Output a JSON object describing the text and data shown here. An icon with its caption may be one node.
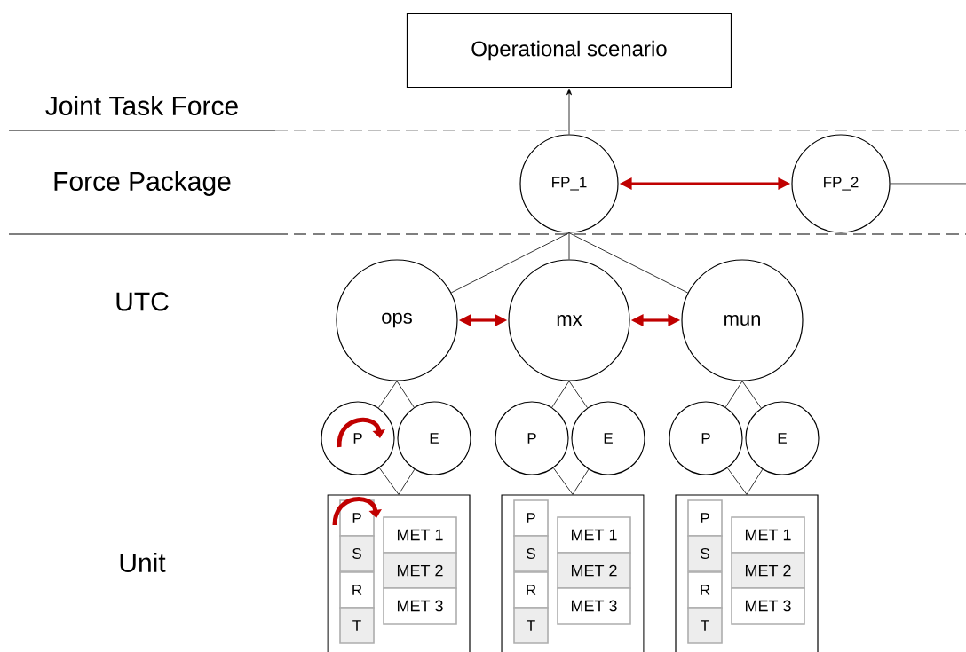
{
  "diagram": {
    "nodes": [
      {
        "text": [
          "Operational scenario"
        ]
      },
      {
        "text": [
          "FP_1"
        ]
      },
      {
        "text": [
          "FP_2"
        ]
      },
      {
        "text": [
          "ops"
        ]
      },
      {
        "text": [
          "mx"
        ]
      },
      {
        "text": [
          "mun"
        ]
      },
      {
        "text": [
          "P"
        ]
      },
      {
        "text": [
          "E"
        ]
      },
      {
        "text": [
          "P"
        ]
      },
      {
        "text": [
          "E"
        ]
      },
      {
        "text": [
          "P"
        ]
      },
      {
        "text": [
          "E"
        ]
      },
      {
        "text": [],
        "shape": "box"
      },
      {
        "text": [
          "P"
        ],
        "in": 12
      },
      {
        "text": [
          "S"
        ],
        "in": 12
      },
      {
        "text": [
          "R"
        ],
        "in": 12
      },
      {
        "text": [
          "T"
        ],
        "in": 12
      },
      {
        "text": [
          "MET 1"
        ],
        "in": 12
      },
      {
        "text": [
          "MET 2"
        ],
        "in": 12
      },
      {
        "text": [
          "MET 3"
        ],
        "in": 12
      },
      {
        "text": [],
        "shape": "box"
      },
      {
        "text": [
          "P"
        ],
        "in": 20
      },
      {
        "text": [
          "S"
        ],
        "in": 20
      },
      {
        "text": [
          "R"
        ],
        "in": 20
      },
      {
        "text": [
          "T"
        ],
        "in": 20
      },
      {
        "text": [
          "MET 1"
        ],
        "in": 20
      },
      {
        "text": [
          "MET 2"
        ],
        "in": 20
      },
      {
        "text": [
          "MET 3"
        ],
        "in": 20
      },
      {
        "text": [],
        "shape": "box"
      },
      {
        "text": [
          "P"
        ],
        "in": 28
      },
      {
        "text": [
          "S"
        ],
        "in": 28
      },
      {
        "text": [
          "R"
        ],
        "in": 28
      },
      {
        "text": [
          "T"
        ],
        "in": 28
      },
      {
        "text": [
          "MET 1"
        ],
        "in": 28
      },
      {
        "text": [
          "MET 2"
        ],
        "in": 28
      },
      {
        "text": [
          "MET 3"
        ],
        "in": 28
      }
    ],
    "edges": [
      {
        "from": 1,
        "to": 0,
        "arrow": "to"
      },
      {
        "from": 1,
        "to": 2,
        "arrow": "both",
        "style": "thick",
        "color": "#c00000"
      },
      {
        "from": 2,
        "to": null,
        "arrow": "none"
      },
      {
        "from": 1,
        "to": 3,
        "arrow": "none"
      },
      {
        "from": 1,
        "to": 4,
        "arrow": "none"
      },
      {
        "from": 1,
        "to": 5,
        "arrow": "none"
      },
      {
        "from": 3,
        "to": 4,
        "arrow": "both",
        "style": "thick",
        "color": "#c00000"
      },
      {
        "from": 4,
        "to": 5,
        "arrow": "both",
        "style": "thick",
        "color": "#c00000"
      },
      {
        "from": 3,
        "to": 6,
        "arrow": "none"
      },
      {
        "from": 3,
        "to": 7,
        "arrow": "none"
      },
      {
        "from": 4,
        "to": 8,
        "arrow": "none"
      },
      {
        "from": 4,
        "to": 9,
        "arrow": "none"
      },
      {
        "from": 5,
        "to": 10,
        "arrow": "none"
      },
      {
        "from": 5,
        "to": 11,
        "arrow": "none"
      },
      {
        "from": 6,
        "to": 12,
        "arrow": "none"
      },
      {
        "from": 7,
        "to": 12,
        "arrow": "none"
      },
      {
        "from": 8,
        "to": 20,
        "arrow": "none"
      },
      {
        "from": 9,
        "to": 20,
        "arrow": "none"
      },
      {
        "from": 10,
        "to": 28,
        "arrow": "none"
      },
      {
        "from": 11,
        "to": 28,
        "arrow": "none"
      }
    ],
    "labels": [
      "Joint Task Force",
      "Force Package",
      "UTC",
      "Unit"
    ]
  }
}
